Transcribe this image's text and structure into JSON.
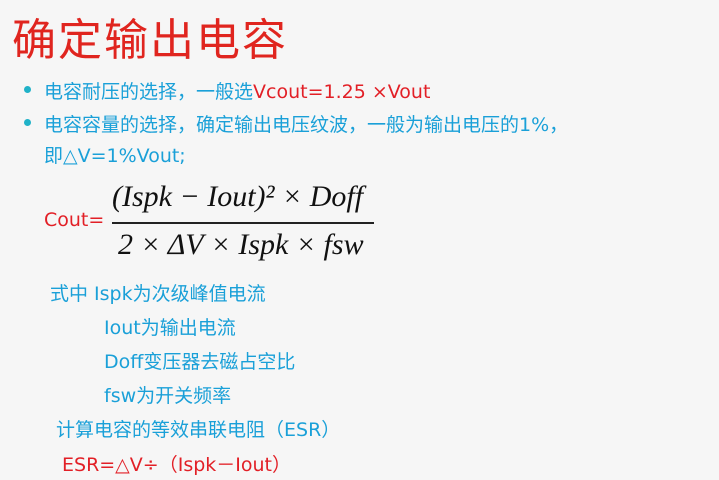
{
  "title": "确定输出电容",
  "bullets": [
    {
      "text": "电容耐压的选择，一般选",
      "highlight": "Vcout=1.25 ×Vout"
    },
    {
      "line1": "电容容量的选择，确定输出电压纹波，一般为输出电压的1%，",
      "line2": "即△V=1%Vout;"
    }
  ],
  "formula": {
    "lhs": "Cout=",
    "numerator": "(Ispk − Iout)² × Doff",
    "denominator": "2 × ΔV × Ispk × fsw"
  },
  "definitions": [
    "式中 Ispk为次级峰值电流",
    "Iout为输出电流",
    "Doff变压器去磁占空比",
    "fsw为开关频率"
  ],
  "esr_heading": "计算电容的等效串联电阻（ESR）",
  "esr_formula": "ESR=△V÷（Ispk－Iout）",
  "colors": {
    "title": "#e0251f",
    "text": "#1aa0d8",
    "bullet": "#20b2c8"
  }
}
